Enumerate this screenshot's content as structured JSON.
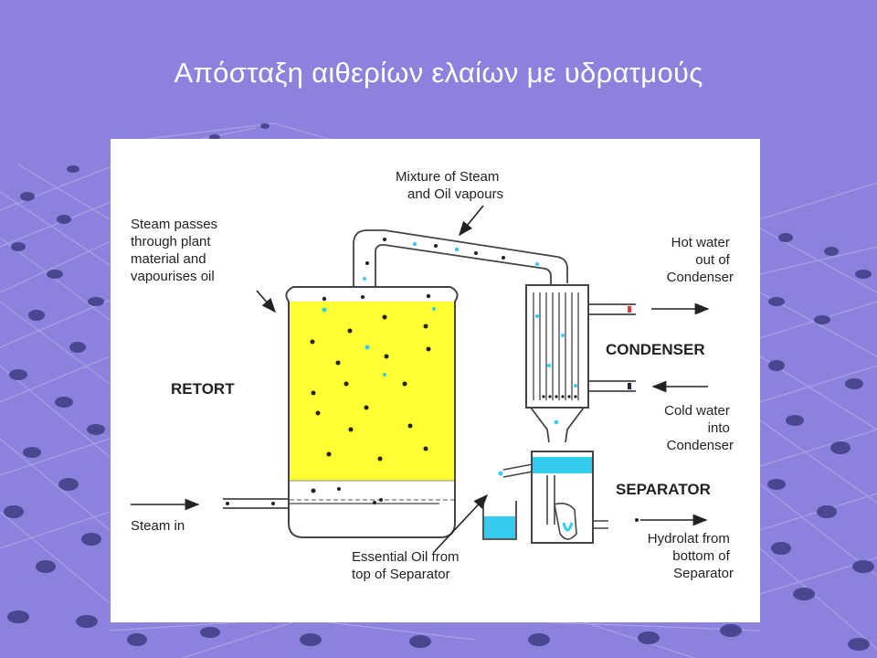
{
  "slide": {
    "title": "Απόσταξη αιθερίων ελαίων με υδρατμούς"
  },
  "colors": {
    "background": "#8a82dd",
    "plant_material": "#ffff33",
    "water": "#33ccee",
    "outline": "#444444"
  },
  "diagram": {
    "labels": {
      "mixture": [
        "Mixture of Steam",
        "and Oil vapours"
      ],
      "steam_passes": [
        "Steam passes",
        "through plant",
        "material and",
        "vapourises oil"
      ],
      "retort": "RETORT",
      "steam_in": "Steam in",
      "hot_water": [
        "Hot water",
        "out of",
        "Condenser"
      ],
      "condenser": "CONDENSER",
      "cold_water": [
        "Cold water",
        "into",
        "Condenser"
      ],
      "separator": "SEPARATOR",
      "hydrolat": [
        "Hydrolat from",
        "bottom of",
        "Separator"
      ],
      "essential_oil": [
        "Essential Oil from",
        "top of Separator"
      ]
    }
  }
}
